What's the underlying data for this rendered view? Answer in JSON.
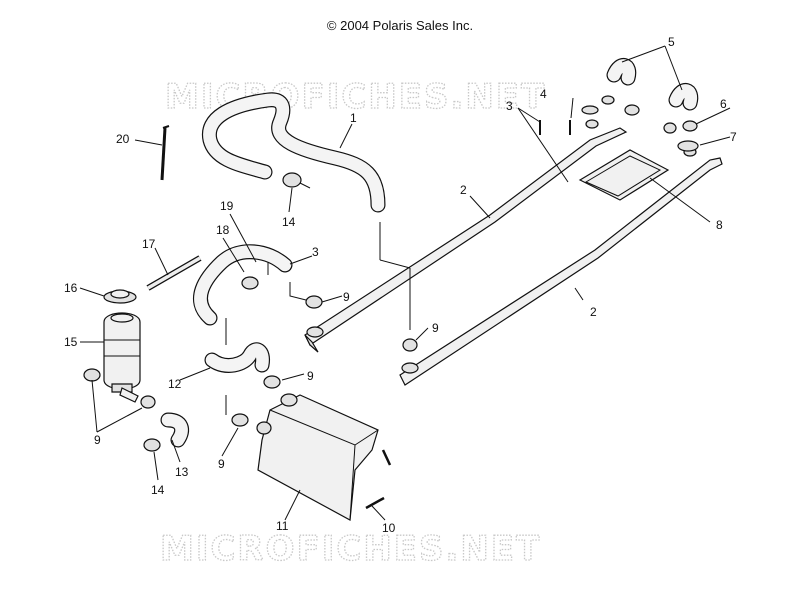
{
  "copyright": "© 2004 Polaris Sales Inc.",
  "watermark": "MICROFICHES.NET",
  "callouts": {
    "c1": "1",
    "c2a": "2",
    "c2b": "2",
    "c3a": "3",
    "c3b": "3",
    "c4": "4",
    "c5": "5",
    "c6": "6",
    "c7": "7",
    "c8": "8",
    "c9a": "9",
    "c9b": "9",
    "c9c": "9",
    "c9d": "9",
    "c9e": "9",
    "c10": "10",
    "c11": "11",
    "c12": "12",
    "c13": "13",
    "c14a": "14",
    "c14b": "14",
    "c15": "15",
    "c16": "16",
    "c17": "17",
    "c18": "18",
    "c19": "19",
    "c20": "20"
  }
}
